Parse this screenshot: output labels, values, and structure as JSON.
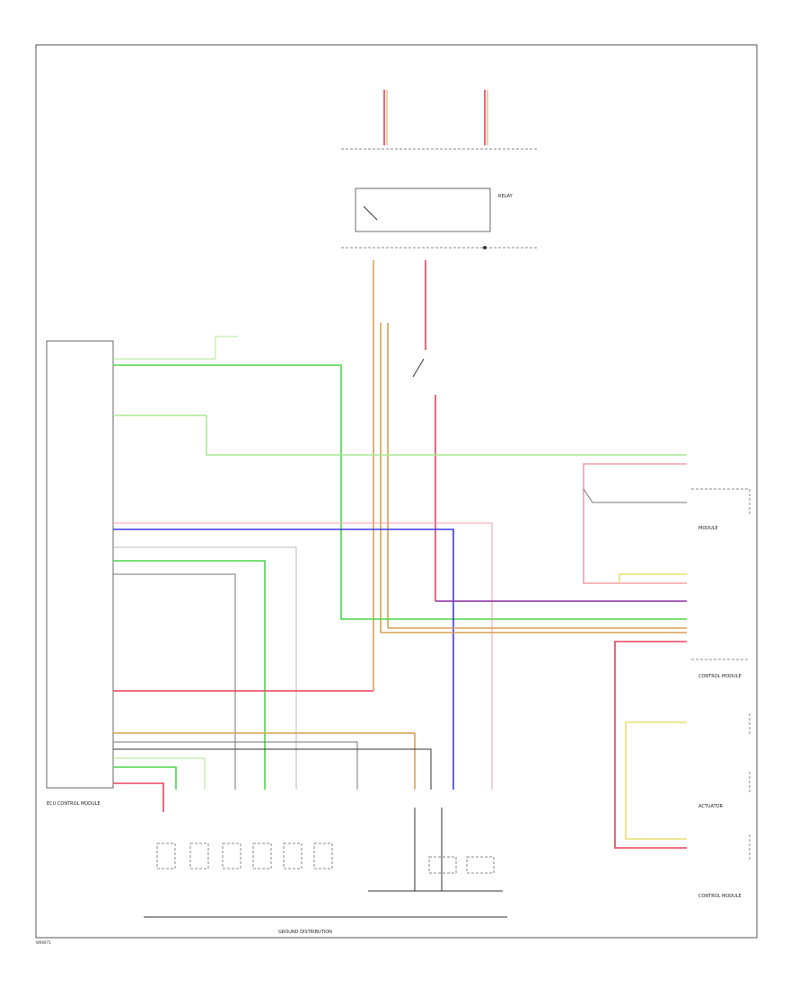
{
  "footer": {
    "code": "W90971"
  },
  "labels": {
    "ecu_name": "ECU CONTROL MODULE",
    "bottom_ground": "GROUND DISTRIBUTION",
    "right_module_1": "MODULE",
    "right_module_2": "CONTROL MODULE",
    "right_module_3": "ACTUATOR",
    "right_module_4": "CONTROL MODULE",
    "relay_name": "RELAY"
  },
  "colors": {
    "red": "#e8425a",
    "pink": "#f2a0a8",
    "green": "#4cd64c",
    "lightgreen": "#a8e890",
    "orange": "#d9a050",
    "blue": "#3a3ae8",
    "purple": "#8a2aa0",
    "gray": "#777777",
    "yellow": "#e8e070",
    "lightgray": "#bbbbbb"
  }
}
